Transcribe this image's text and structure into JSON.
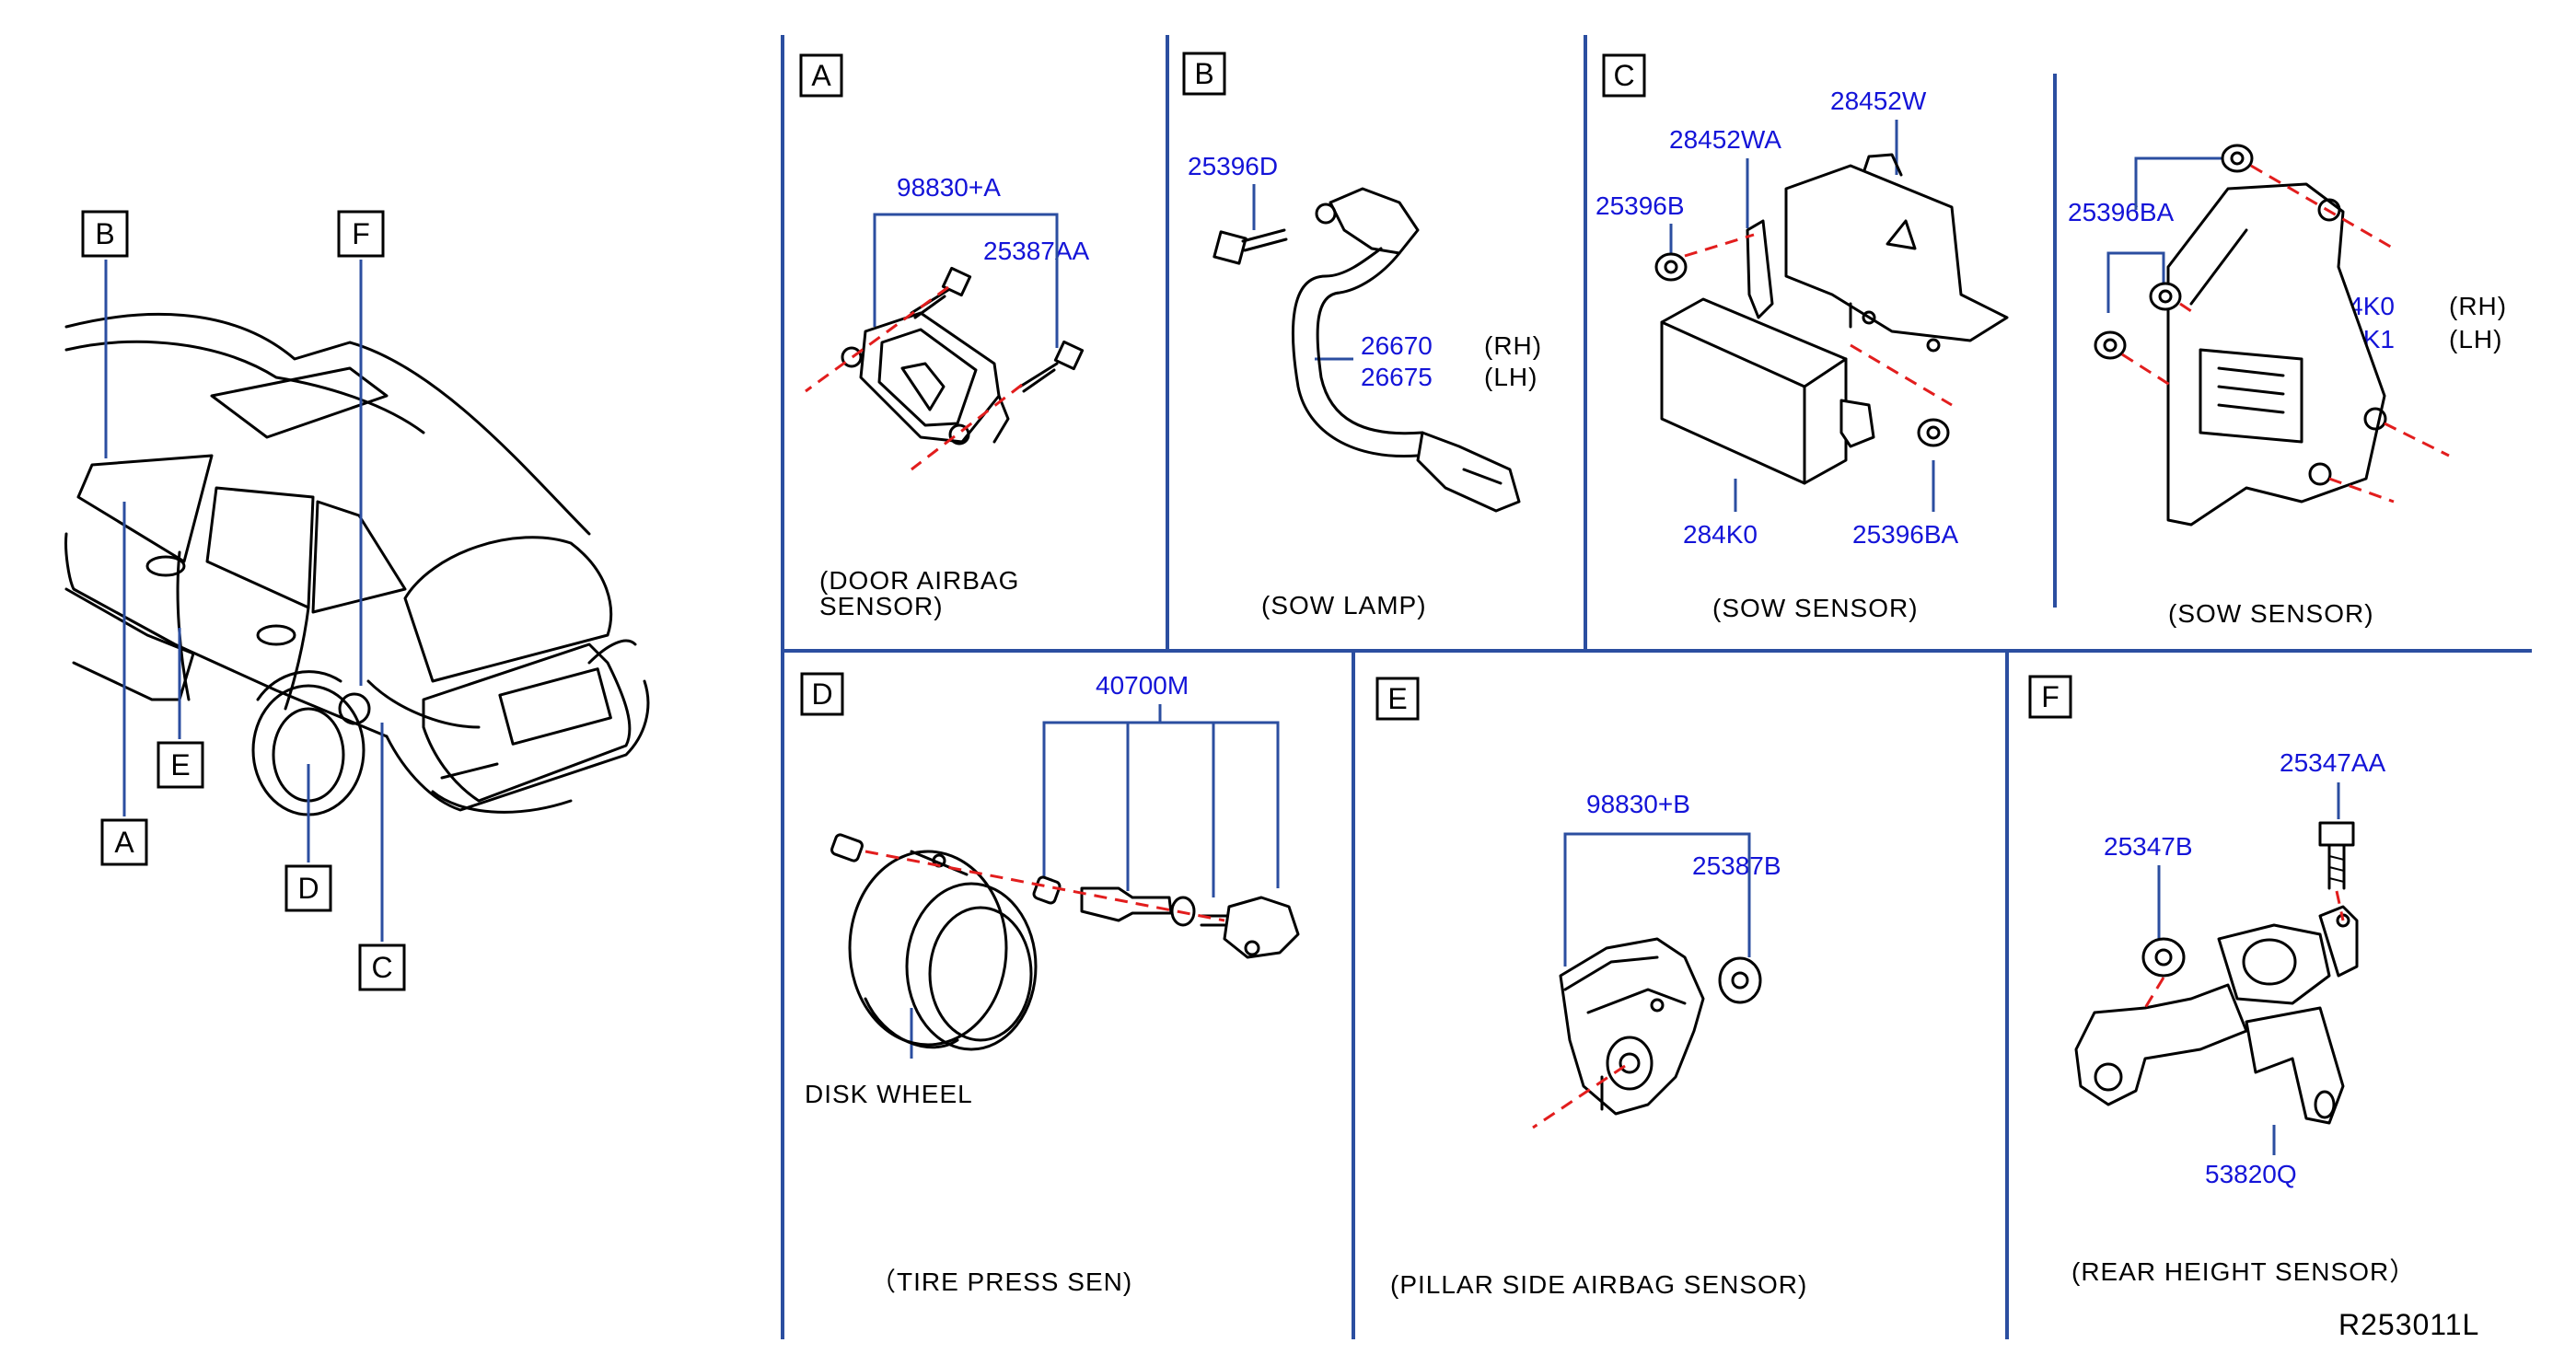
{
  "panels": {
    "A": {
      "letter": "A",
      "parts": [
        "98830+A",
        "25387AA"
      ],
      "caption": [
        "(DOOR   AIRBAG",
        "SENSOR)"
      ]
    },
    "B": {
      "letter": "B",
      "parts": [
        "25396D",
        "26670",
        "26675"
      ],
      "sides": [
        "(RH)",
        "(LH)"
      ],
      "caption": "(SOW    LAMP)"
    },
    "C": {
      "letter": "C",
      "parts": [
        "28452W",
        "28452WA",
        "25396B",
        "284K0",
        "25396BA"
      ],
      "caption": "(SOW    SENSOR)"
    },
    "C2": {
      "parts": [
        "25396BA",
        "284K0",
        "284K1"
      ],
      "sides": [
        "(RH)",
        "(LH)"
      ],
      "caption": "(SOW    SENSOR)"
    },
    "D": {
      "letter": "D",
      "parts": [
        "40700M"
      ],
      "wheel_label": "DISK    WHEEL",
      "caption": "（TIRE    PRESS    SEN)"
    },
    "E": {
      "letter": "E",
      "parts": [
        "98830+B",
        "25387B"
      ],
      "caption": "(PILLAR    SIDE    AIRBAG    SENSOR)"
    },
    "F": {
      "letter": "F",
      "parts": [
        "25347AA",
        "25347B",
        "53820Q"
      ],
      "caption": "(REAR    HEIGHT    SENSOR）"
    }
  },
  "vehicle": {
    "callouts": [
      "B",
      "F",
      "E",
      "A",
      "D",
      "C"
    ]
  },
  "diagram_code": "R253011L",
  "colors": {
    "part_number": "#1414d8",
    "divider": "#2b4ea0",
    "dashed_axis": "#e21d1d"
  }
}
